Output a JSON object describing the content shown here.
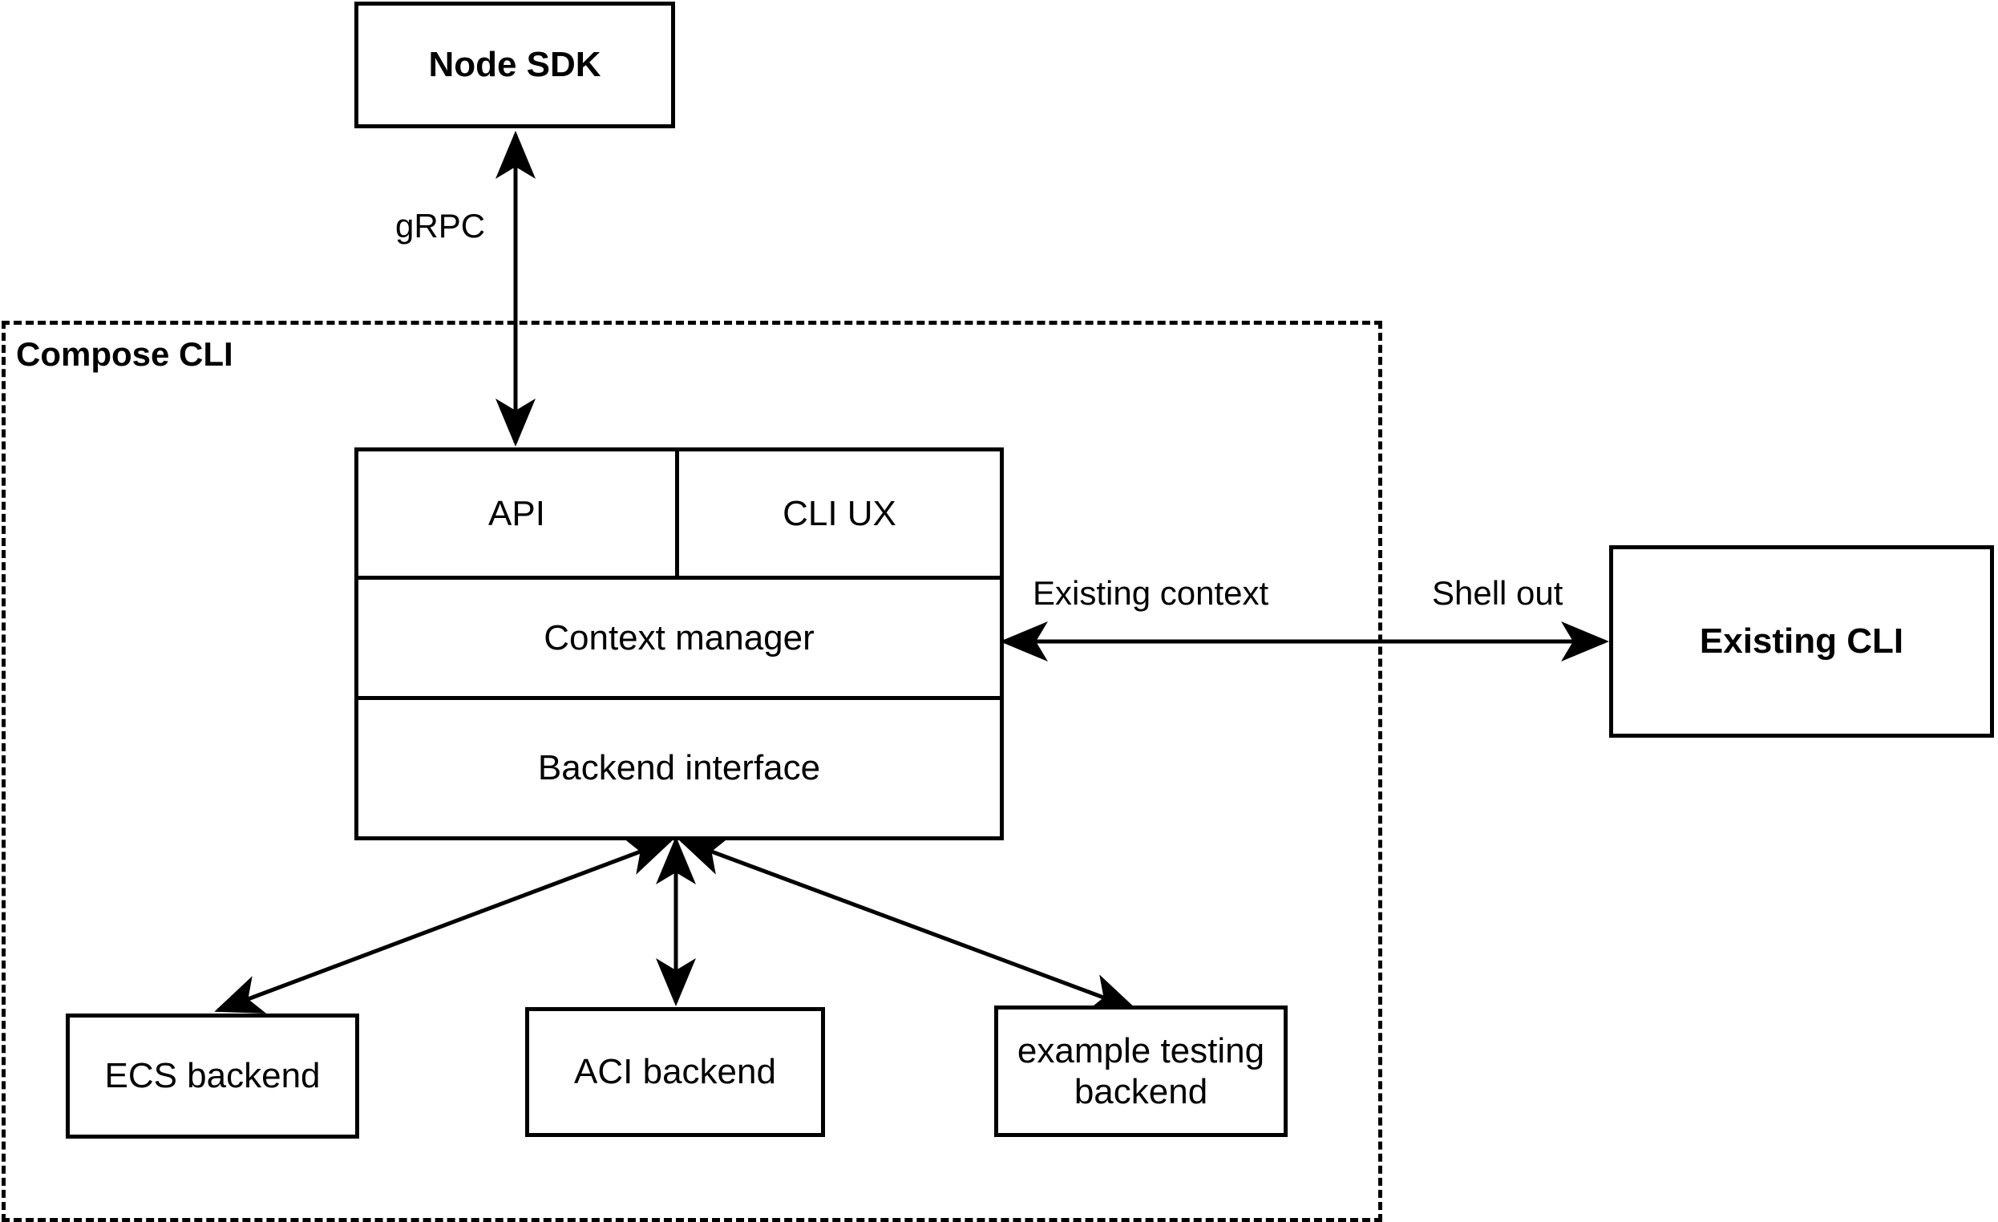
{
  "diagram": {
    "title_group": {
      "label": "Compose CLI"
    },
    "nodes": {
      "node_sdk": {
        "label": "Node SDK"
      },
      "api": {
        "label": "API"
      },
      "cli_ux": {
        "label": "CLI UX"
      },
      "context_manager": {
        "label": "Context manager"
      },
      "backend_interface": {
        "label": "Backend interface"
      },
      "ecs_backend": {
        "label": "ECS backend"
      },
      "aci_backend": {
        "label": "ACI backend"
      },
      "example_testing_backend": {
        "label": "example testing\nbackend"
      },
      "existing_cli": {
        "label": "Existing CLI"
      }
    },
    "edge_labels": {
      "grpc": "gRPC",
      "existing_context": "Existing context",
      "shell_out": "Shell out"
    },
    "colors": {
      "stroke": "#000000",
      "fill": "#ffffff",
      "text": "#000000"
    }
  }
}
